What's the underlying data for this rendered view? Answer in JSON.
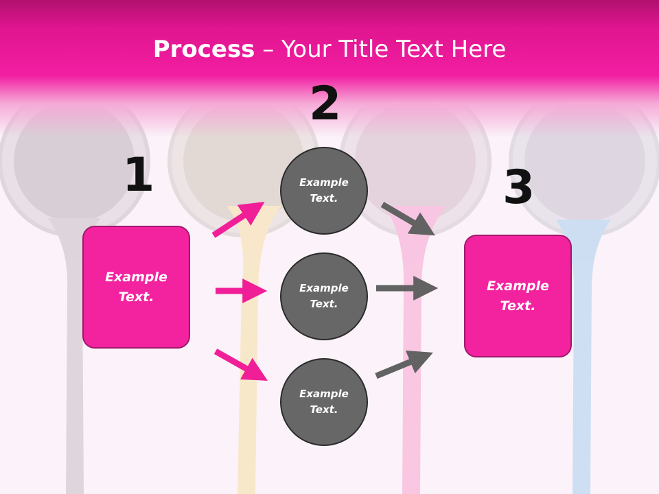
{
  "slide": {
    "title_bold": "Process",
    "title_rest": " – Your Title Text Here",
    "step_numbers": [
      "1",
      "2",
      "3"
    ]
  },
  "colors": {
    "header": "#f21ea2",
    "box_fill": "#f3229f",
    "circle_fill": "#676767",
    "arrow_pink": "#f01f98",
    "arrow_gray": "#626262"
  },
  "boxes": [
    {
      "line1": "Example",
      "line2": "Text."
    },
    {
      "line1": "Example",
      "line2": "Text."
    }
  ],
  "circles": [
    {
      "line1": "Example",
      "line2": "Text."
    },
    {
      "line1": "Example",
      "line2": "Text."
    },
    {
      "line1": "Example",
      "line2": "Text."
    }
  ]
}
